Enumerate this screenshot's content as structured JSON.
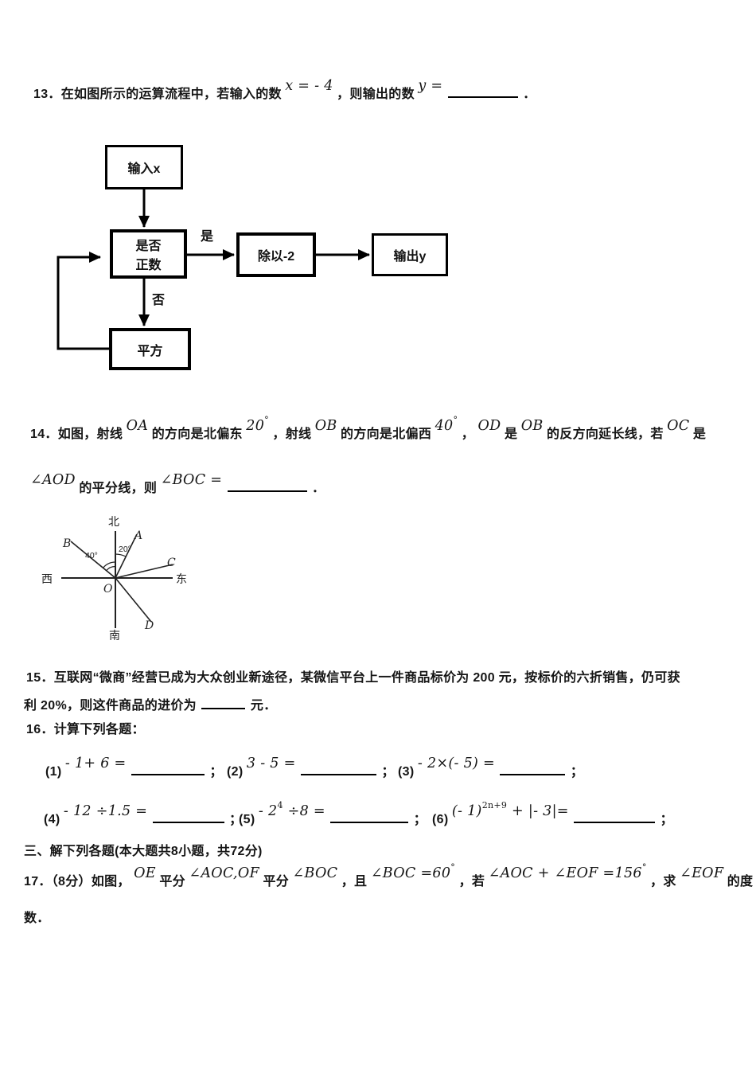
{
  "doc": {
    "background": "#ffffff",
    "text_color": "#151515"
  },
  "q13": {
    "pre": "13．在如图所示的运算流程中，若输入的数",
    "math_x": "x = - 4",
    "mid": "，则输出的数",
    "math_y": "y =",
    "end": "．"
  },
  "flowchart": {
    "input": "输入x",
    "cond_line1": "是否",
    "cond_line2": "正数",
    "yes": "是",
    "no": "否",
    "divide": "除以-2",
    "output": "输出y",
    "square": "平方"
  },
  "q14": {
    "s1": "14．如图，射线",
    "m1": "OA",
    "s2": "的方向是北偏东",
    "m2": "20",
    "m2sup": "°",
    "s3": "，射线",
    "m3": "OB",
    "s4": "的方向是北偏西",
    "m4": "40",
    "m4sup": "°",
    "s5": "，",
    "m5": "OD",
    "s6": "是",
    "m6": "OB",
    "s7": "的反方向延长线，若",
    "m7": "OC",
    "s8": "是",
    "m8": "∠AOD",
    "s9": "的平分线，则",
    "m9": "∠BOC =",
    "end": "．"
  },
  "compass": {
    "north": "北",
    "south": "南",
    "west": "西",
    "east": "东",
    "a": "A",
    "b": "B",
    "c": "C",
    "d": "D",
    "o": "O",
    "angle_oa": "20°",
    "angle_ob": "40°"
  },
  "q15": {
    "line1": "15．互联网“微商”经营已成为大众创业新途径，某微信平台上一件商品标价为 200 元，按标价的六折销售，仍可获",
    "line2_pre": "利 20%，则这件商品的进价为",
    "line2_end": "元．"
  },
  "q16": {
    "header": "16．计算下列各题：",
    "items": [
      {
        "label": "(1)",
        "base": "- 1+ 6 =",
        "sup": "",
        "rest": "",
        "sep": "；"
      },
      {
        "label": "(2)",
        "base": "3 - 5 =",
        "sup": "",
        "rest": "",
        "sep": "；"
      },
      {
        "label": "(3)",
        "base": "- 2×(- 5) =",
        "sup": "",
        "rest": "",
        "sep": "；"
      },
      {
        "label": "(4)",
        "base": "- 12 ÷1.5 =",
        "sup": "",
        "rest": "",
        "sep": "；"
      },
      {
        "label": "(5)",
        "base": "- 2",
        "sup": "4",
        "rest": " ÷8 =",
        "sep": "；"
      },
      {
        "label": "(6)",
        "base": "(- 1)",
        "sup": "2n+9",
        "rest": " + |- 3|=",
        "sep": "；"
      }
    ]
  },
  "section3": {
    "header": "三、解下列各题(本大题共8小题，共72分)"
  },
  "q17": {
    "s1": "17．（8分）如图，",
    "m1": "OE",
    "s2": "平分",
    "m2": "∠AOC,OF",
    "s3": "平分",
    "m3": "∠BOC",
    "s4": "，且",
    "m4": "∠BOC =60",
    "m4sup": "°",
    "s5": "，若",
    "m5": "∠AOC + ∠EOF =156",
    "m5sup": "°",
    "s6": "，求",
    "m6": "∠EOF",
    "s7": "的度",
    "line2": "数．"
  }
}
